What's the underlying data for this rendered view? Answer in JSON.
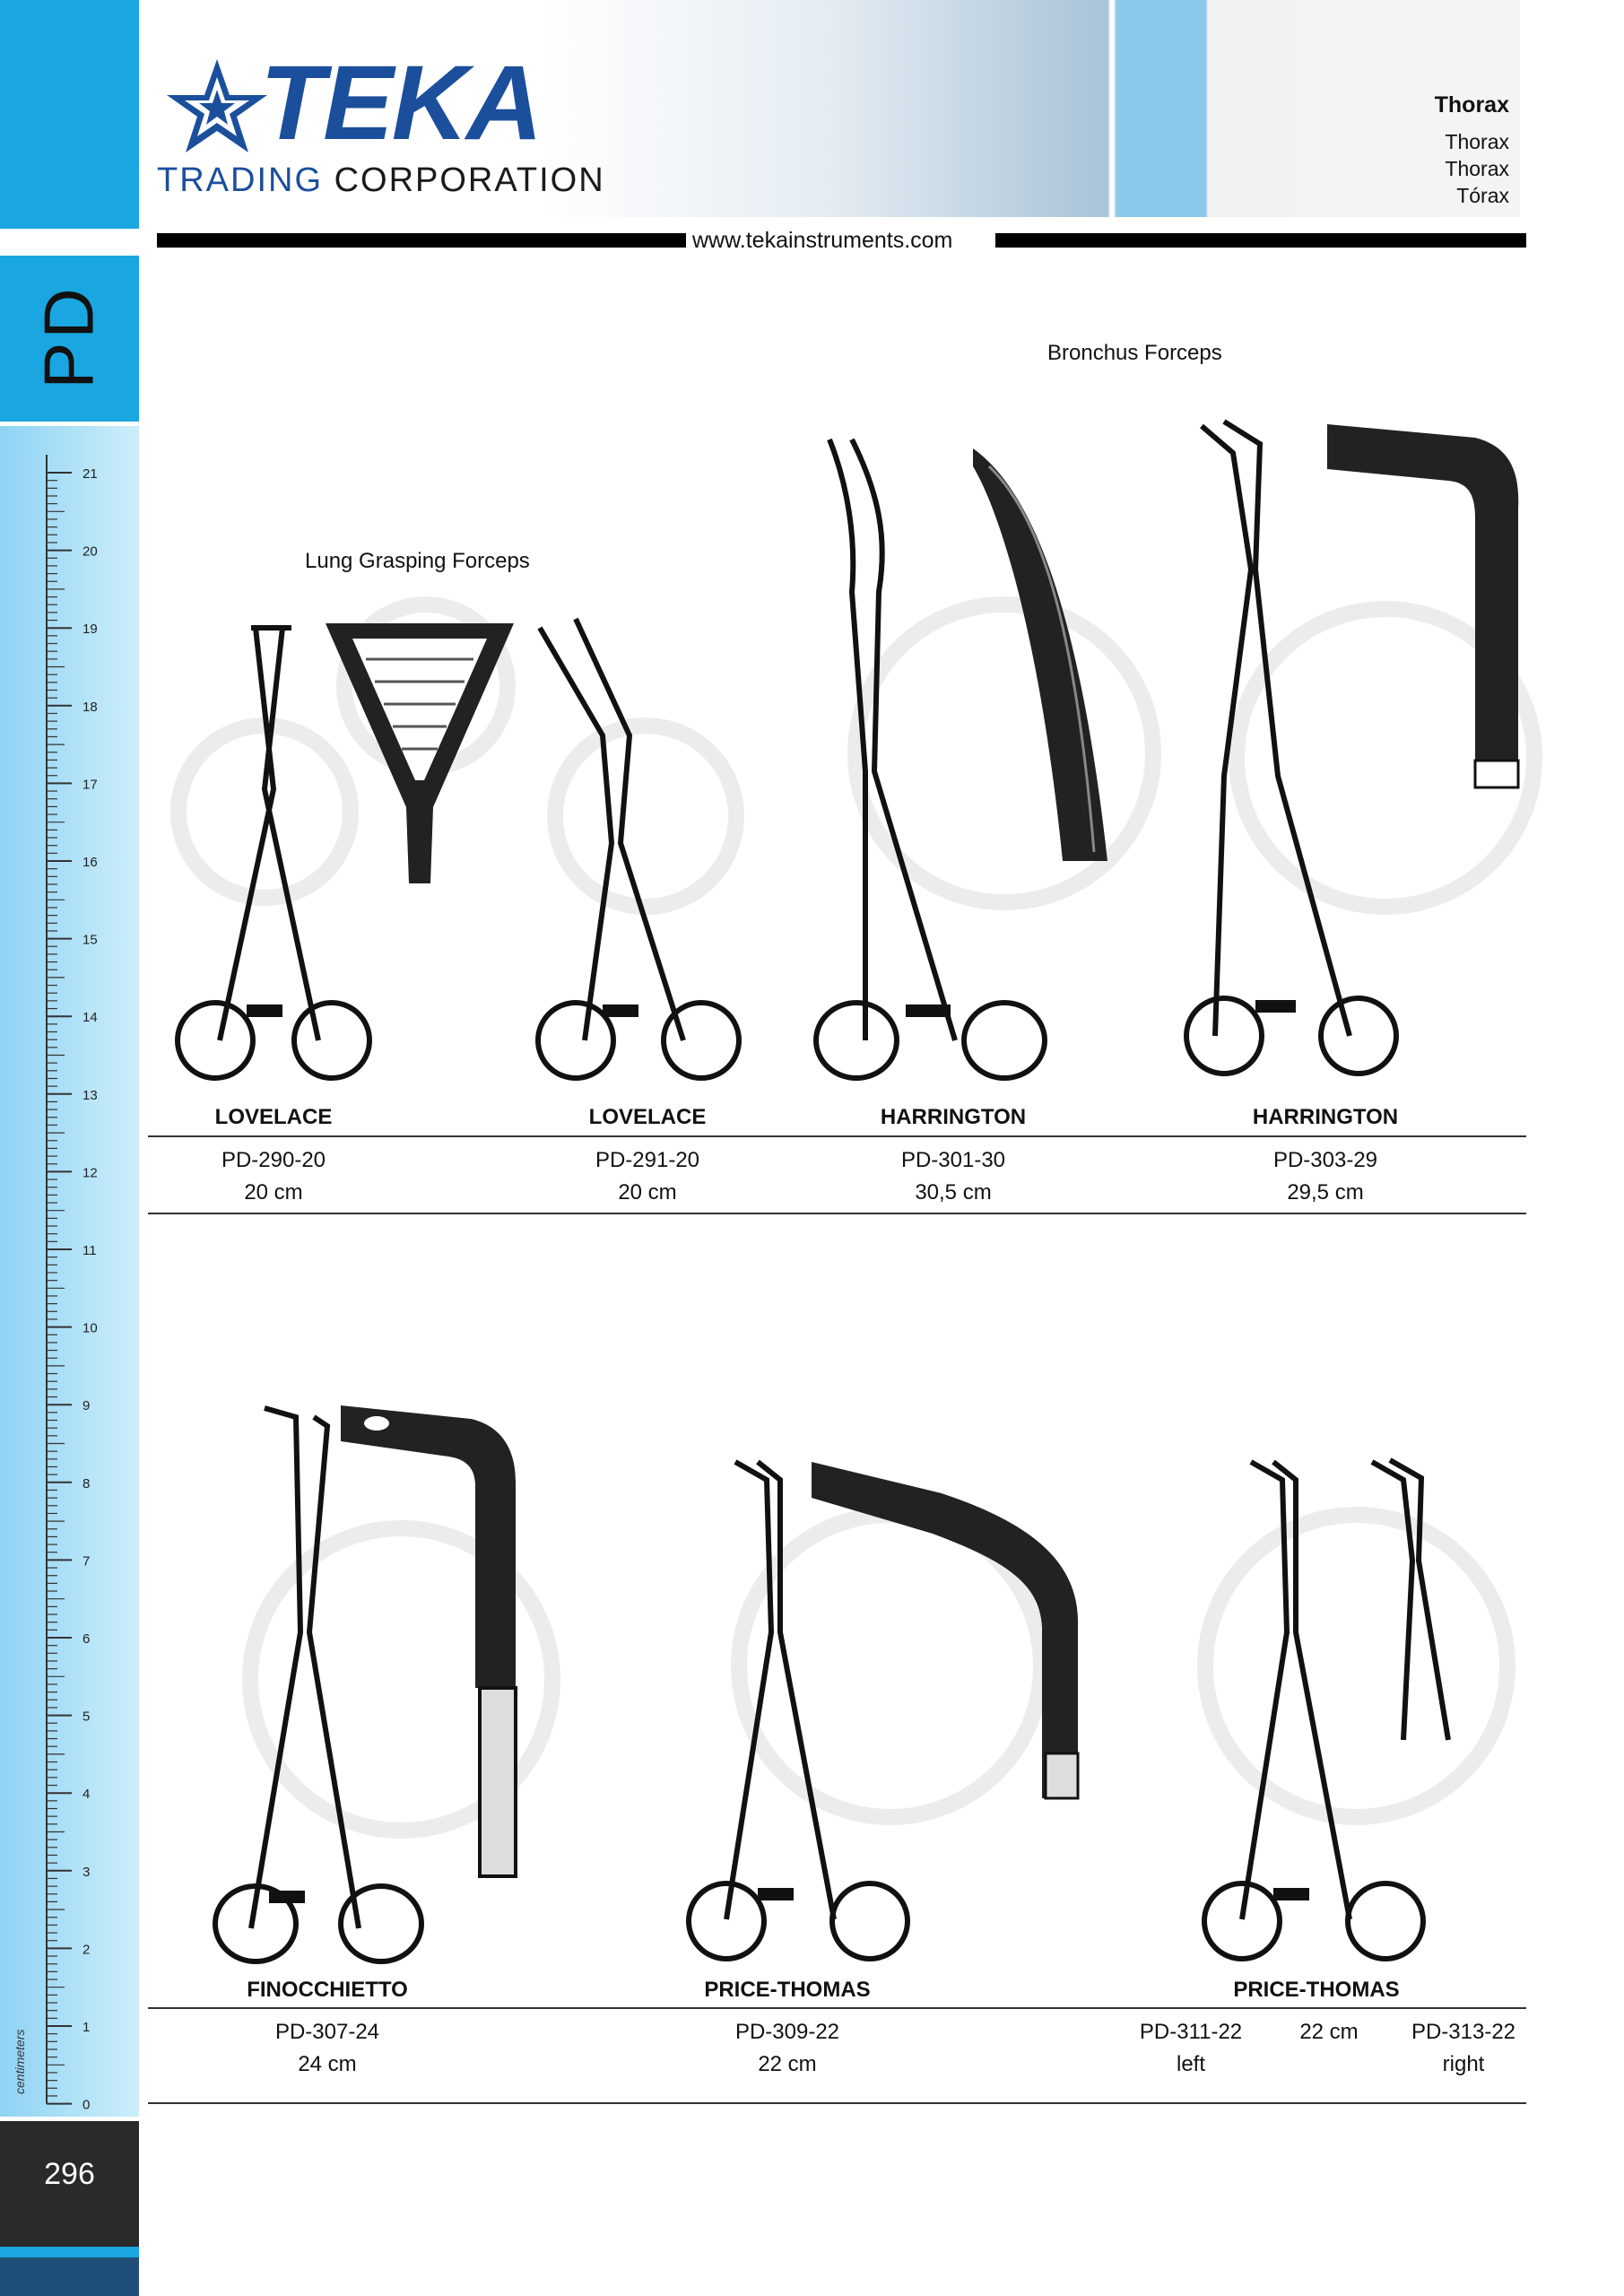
{
  "sidebar": {
    "section_code": "PD",
    "ruler_numbers": [
      "21",
      "20",
      "19",
      "18",
      "17",
      "16",
      "15",
      "14",
      "13",
      "12",
      "11",
      "10",
      "9",
      "8",
      "7",
      "6",
      "5",
      "4",
      "3",
      "2",
      "1",
      "0"
    ],
    "ruler_unit": "centimeters",
    "page_number": "296"
  },
  "header": {
    "logo_name": "TEKA",
    "logo_sub_1": "TRADING",
    "logo_sub_2": "CORPORATION",
    "category_title": "Thorax",
    "category_translations": [
      "Thorax",
      "Thorax",
      "Tórax"
    ],
    "website": "www.tekainstruments.com"
  },
  "captions": {
    "lung_grasping": "Lung   Grasping   Forceps",
    "bronchus": "Bronchus   Forceps"
  },
  "products_row1": [
    {
      "name": "LOVELACE",
      "code": "PD-290-20",
      "size": "20   cm"
    },
    {
      "name": "LOVELACE",
      "code": "PD-291-20",
      "size": "20   cm"
    },
    {
      "name": "HARRINGTON",
      "code": "PD-301-30",
      "size": "30,5   cm"
    },
    {
      "name": "HARRINGTON",
      "code": "PD-303-29",
      "size": "29,5   cm"
    }
  ],
  "products_row2": [
    {
      "name": "FINOCCHIETTO",
      "code": "PD-307-24",
      "size": "24   cm"
    },
    {
      "name": "PRICE-THOMAS",
      "code": "PD-309-22",
      "size": "22   cm"
    },
    {
      "name": "PRICE-THOMAS",
      "code_left": "PD-311-22",
      "size": "22   cm",
      "code_right": "PD-313-22",
      "side_left": "left",
      "side_right": "right"
    }
  ],
  "colors": {
    "accent": "#1aa6e0",
    "brand": "#1b4f9c",
    "dark": "#2a2a2a"
  },
  "icons": [
    "star-logo-icon",
    "watermark-seal-icon"
  ]
}
